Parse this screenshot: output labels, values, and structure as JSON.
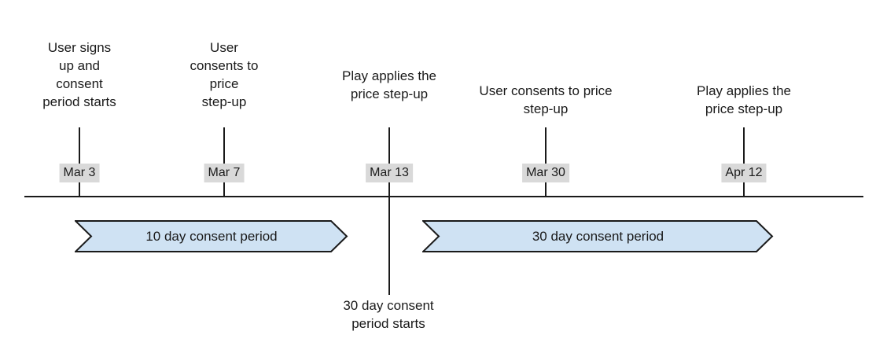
{
  "timeline": {
    "events": [
      {
        "date": "Mar 3",
        "description": "User signs\nup and\nconsent\nperiod starts"
      },
      {
        "date": "Mar 7",
        "description": "User\nconsents to\nprice\nstep-up"
      },
      {
        "date": "Mar 13",
        "description": "Play applies the\nprice step-up"
      },
      {
        "date": "Mar 30",
        "description": "User consents to price\nstep-up"
      },
      {
        "date": "Apr 12",
        "description": "Play applies the\nprice step-up"
      }
    ],
    "periods": [
      {
        "label": "10 day consent period"
      },
      {
        "label": "30 day consent period"
      }
    ],
    "annotation": "30 day consent\nperiod starts",
    "colors": {
      "arrow_fill": "#cfe2f3",
      "arrow_border": "#1a1a1a",
      "line": "#1a1a1a",
      "date_background": "#d9d9d9",
      "text": "#1a1a1a"
    }
  }
}
